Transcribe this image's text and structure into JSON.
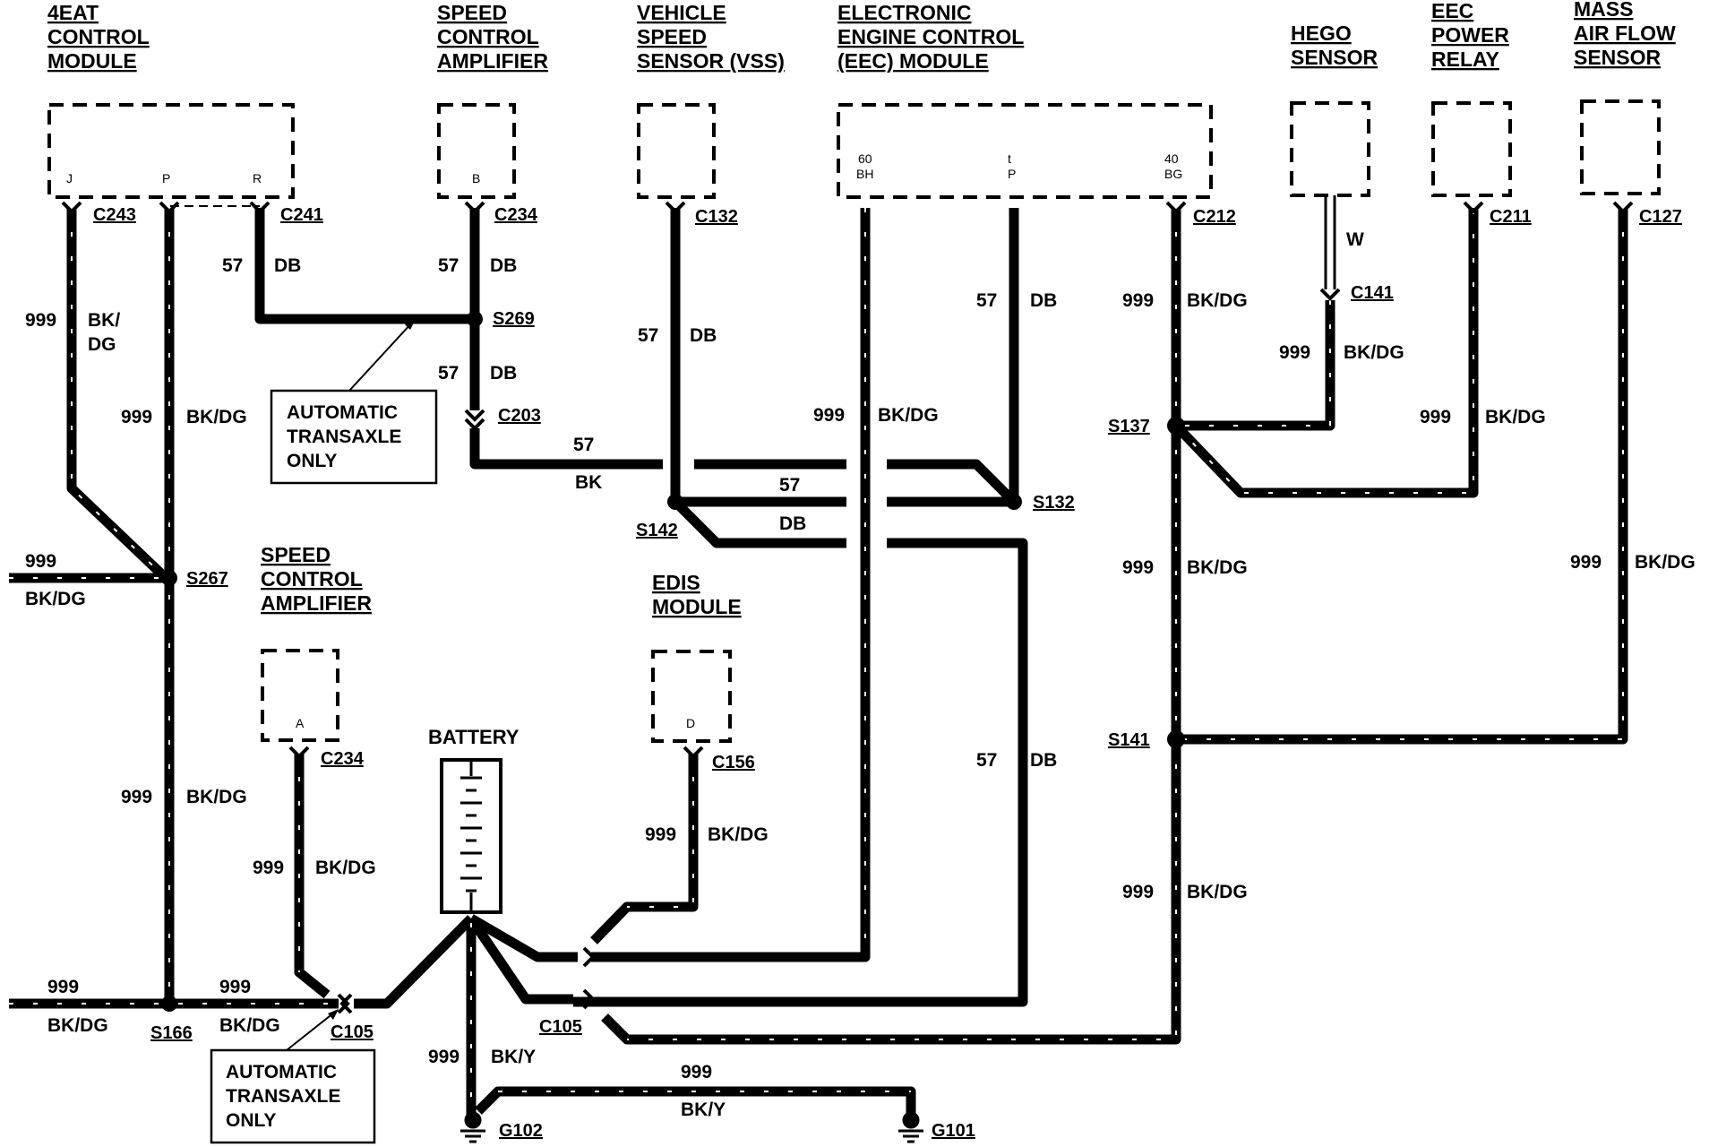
{
  "components": {
    "eat_module": [
      "4EAT",
      "CONTROL",
      "MODULE"
    ],
    "speed_amp_top": [
      "SPEED",
      "CONTROL",
      "AMPLIFIER"
    ],
    "vss": [
      "VEHICLE",
      "SPEED",
      "SENSOR (VSS)"
    ],
    "eec": [
      "ELECTRONIC",
      "ENGINE CONTROL",
      "(EEC) MODULE"
    ],
    "hego": [
      "HEGO",
      "SENSOR"
    ],
    "eec_relay": [
      "EEC",
      "POWER",
      "RELAY"
    ],
    "maf": [
      "MASS",
      "AIR FLOW",
      "SENSOR"
    ],
    "speed_amp_bottom": [
      "SPEED",
      "CONTROL",
      "AMPLIFIER"
    ],
    "edis": [
      "EDIS",
      "MODULE"
    ],
    "battery": "BATTERY"
  },
  "pins": {
    "eat_j": "J",
    "eat_p": "P",
    "eat_r": "R",
    "amp_b": "B",
    "amp_a": "A",
    "edis_d": "D",
    "eec_60": "60",
    "eec_60b": "BH",
    "eec_t": "t",
    "eec_tb": "P",
    "eec_40": "40",
    "eec_40b": "BG"
  },
  "connectors": {
    "c243": "C243",
    "c241": "C241",
    "c234_top": "C234",
    "c132": "C132",
    "c212": "C212",
    "c141": "C141",
    "c211": "C211",
    "c127": "C127",
    "c203": "C203",
    "c234_bottom": "C234",
    "c156": "C156",
    "c105_left": "C105",
    "c105_right": "C105"
  },
  "splices": {
    "s269": "S269",
    "s267": "S267",
    "s142": "S142",
    "s132": "S132",
    "s137": "S137",
    "s141": "S141",
    "s166": "S166"
  },
  "grounds": {
    "g102": "G102",
    "g101": "G101"
  },
  "circuits": {
    "n57": "57",
    "n999": "999"
  },
  "colors": {
    "db": "DB",
    "bk": "BK",
    "bkdg": "BK/DG",
    "bkdg_a": "BK/",
    "bkdg_b": "DG",
    "bky": "BK/Y",
    "w": "W"
  },
  "notes": {
    "automatic_top": [
      "AUTOMATIC",
      "TRANSAXLE",
      "ONLY"
    ],
    "automatic_bottom": [
      "AUTOMATIC",
      "TRANSAXLE",
      "ONLY"
    ]
  }
}
